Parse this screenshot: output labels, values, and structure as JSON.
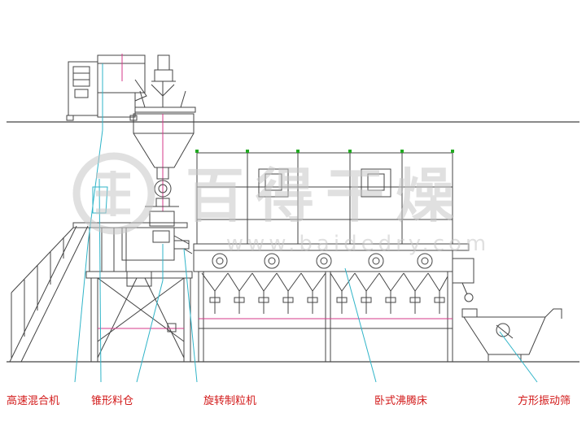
{
  "watermark": {
    "brand": "百得干燥",
    "url": "www.baidedry.com",
    "color": "#c8c8c8"
  },
  "colors": {
    "line": "#444444",
    "leader": "#2fb4c8",
    "label": "#d21818",
    "highlight": "#d63a8a",
    "marker": "#22aa22"
  },
  "labels": [
    {
      "id": "mixer",
      "text": "高速混合机"
    },
    {
      "id": "hopper",
      "text": "锥形料仓"
    },
    {
      "id": "granulator",
      "text": "旋转制粒机"
    },
    {
      "id": "fluid-bed",
      "text": "卧式沸腾床"
    },
    {
      "id": "sieve",
      "text": "方形振动筛"
    }
  ]
}
